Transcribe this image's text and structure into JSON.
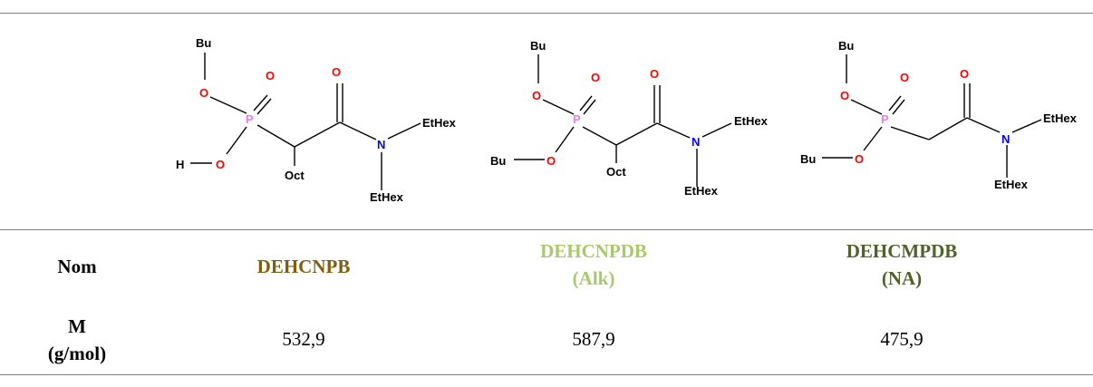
{
  "table": {
    "row_labels": {
      "nom": "Nom",
      "mass_line1": "M",
      "mass_line2": "(g/mol)"
    },
    "columns": [
      {
        "name_line1": "DEHCNPB",
        "name_line2": "",
        "name_color": "#7f5f0f",
        "mass": "532,9"
      },
      {
        "name_line1": "DEHCNPDB",
        "name_line2": "(Alk)",
        "name_color": "#a9c96a",
        "mass": "587,9"
      },
      {
        "name_line1": "DEHCMPDB",
        "name_line2": "(NA)",
        "name_color": "#4f6228",
        "mass": "475,9"
      }
    ]
  },
  "structures": [
    {
      "atoms": {
        "bu": "Bu",
        "o1": "O",
        "o2": "O",
        "p": "P",
        "o3": "O",
        "h": "H",
        "o4": "O",
        "oct": "Oct",
        "n": "N",
        "ethex1": "EtHex",
        "ethex2": "EtHex"
      }
    },
    {
      "atoms": {
        "bu1": "Bu",
        "o1": "O",
        "o2": "O",
        "p": "P",
        "o3": "O",
        "bu2": "Bu",
        "o4": "O",
        "oct": "Oct",
        "n": "N",
        "ethex1": "EtHex",
        "ethex2": "EtHex"
      }
    },
    {
      "atoms": {
        "bu1": "Bu",
        "o1": "O",
        "o2": "O",
        "p": "P",
        "o3": "O",
        "bu2": "Bu",
        "o4": "O",
        "n": "N",
        "ethex1": "EtHex",
        "ethex2": "EtHex"
      }
    }
  ],
  "colors": {
    "oxygen": "#ff0000",
    "phosphorus": "#e87ce8",
    "nitrogen": "#0000ff",
    "rule": "#808080"
  }
}
